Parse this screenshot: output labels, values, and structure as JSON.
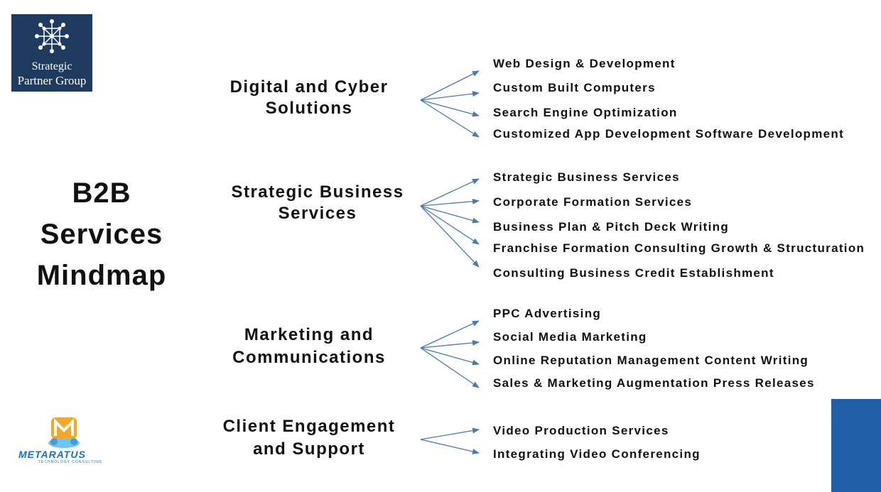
{
  "logos": {
    "spg": {
      "line1": "Strategic",
      "line2": "Partner Group",
      "color": "#1f3a5f"
    },
    "metaratus": {
      "word": "METARATUS",
      "tagline": "TECHNOLOGY CONSULTING"
    }
  },
  "title": {
    "line1": "B2B",
    "line2": "Services",
    "line3": "Mindmap"
  },
  "arrow_color": "#4a7ab5",
  "accent_block_color": "#1f5fa8",
  "categories": [
    {
      "line1": "Digital and Cyber",
      "line2": "Solutions",
      "items": [
        "Web Design & Development",
        "Custom Built Computers",
        "Search Engine Optimization",
        "Customized App Development Software Development"
      ]
    },
    {
      "line1": "Strategic Business",
      "line2": "Services",
      "items": [
        "Strategic Business Services",
        "Corporate Formation Services",
        "Business Plan & Pitch Deck Writing",
        "Franchise Formation Consulting Growth & Structuration",
        "Consulting Business Credit Establishment"
      ]
    },
    {
      "line1": "Marketing and",
      "line2": "Communications",
      "items": [
        "PPC Advertising",
        "Social Media Marketing",
        "Online Reputation Management Content Writing",
        "Sales & Marketing Augmentation Press Releases"
      ]
    },
    {
      "line1": "Client Engagement",
      "line2": "and Support",
      "items": [
        "Video Production Services",
        "Integrating Video Conferencing"
      ]
    }
  ]
}
